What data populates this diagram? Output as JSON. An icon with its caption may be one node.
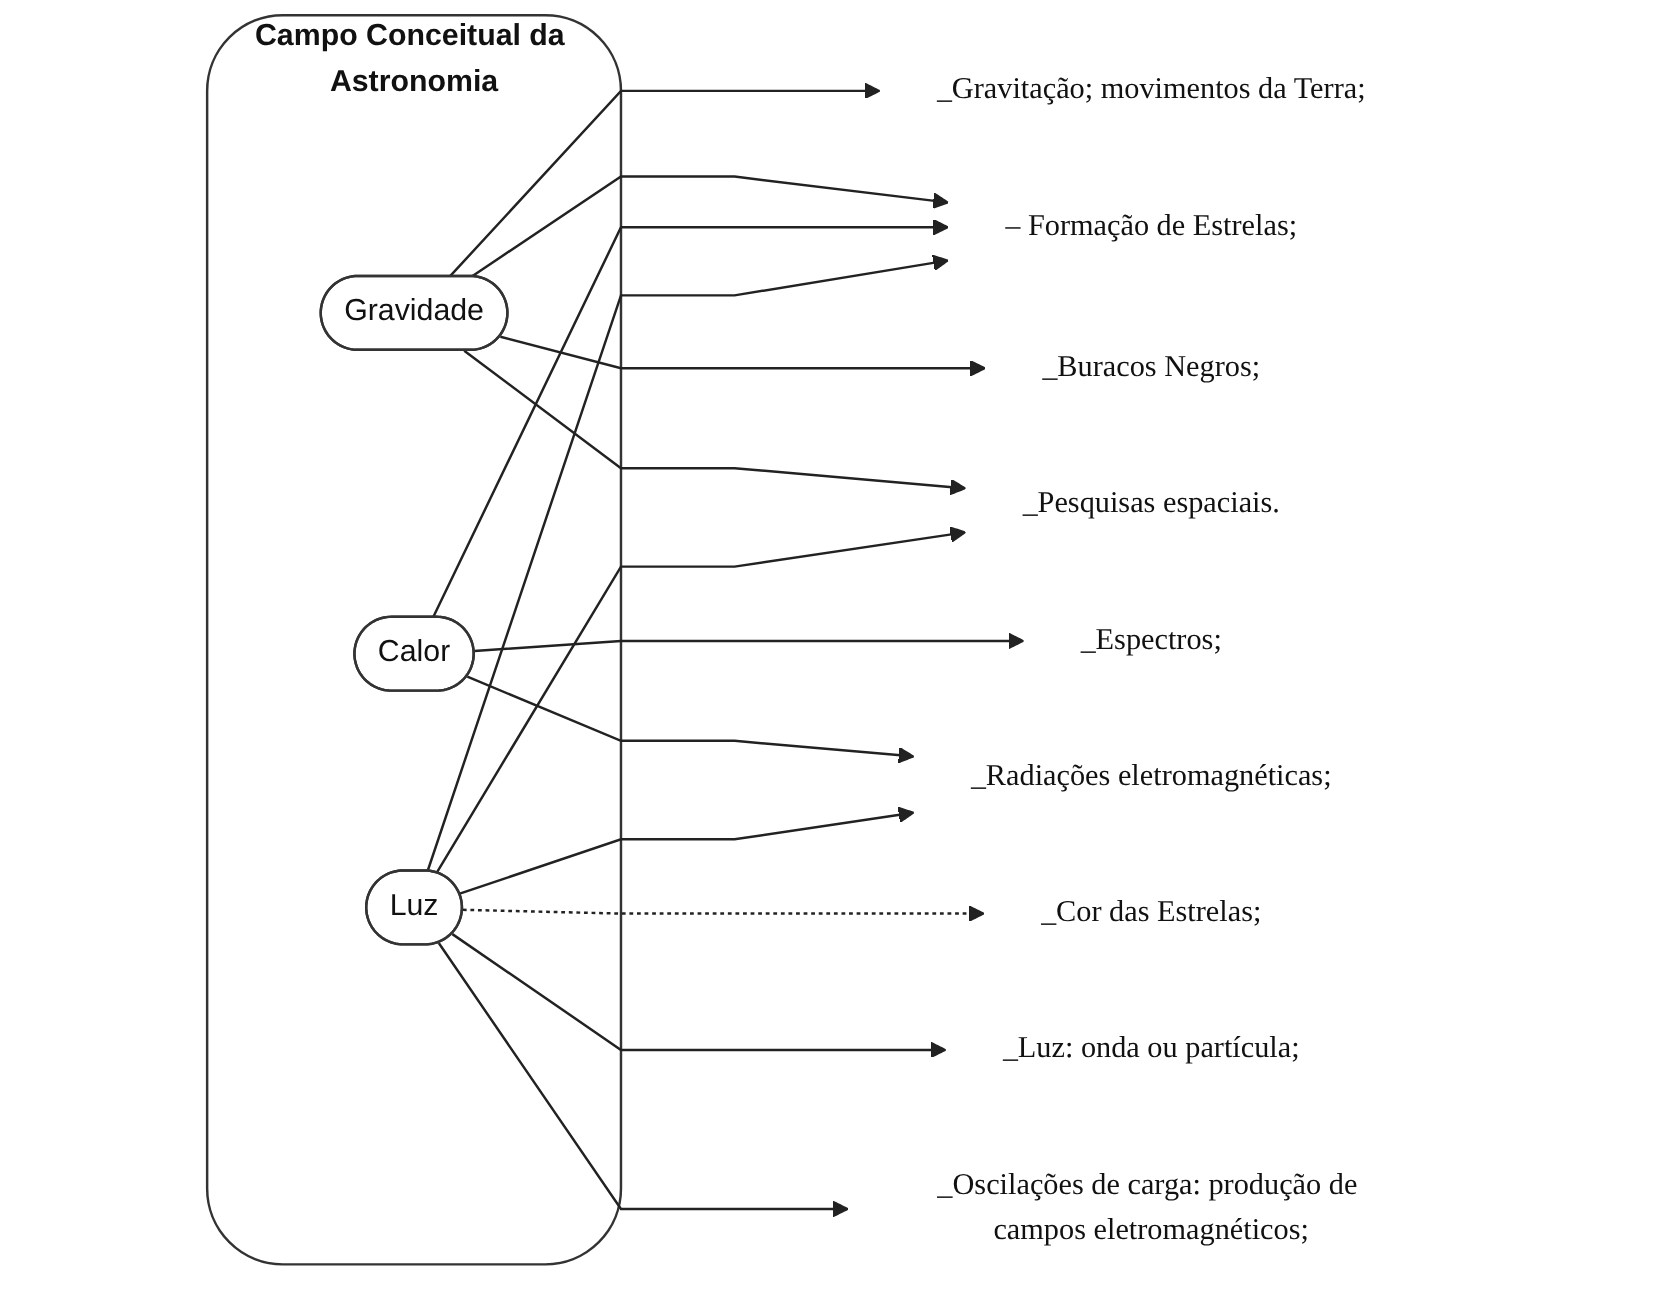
{
  "diagram": {
    "nodes": [
      {
        "text": [
          "Campo Conceitual da Astronomia"
        ]
      },
      {
        "text": [
          "Gravidade"
        ],
        "in": 0
      },
      {
        "text": [
          "Calor"
        ],
        "in": 0
      },
      {
        "text": [
          "Luz"
        ],
        "in": 0
      },
      {
        "text": [
          "_Gravitação; movimentos da Terra;"
        ]
      },
      {
        "text": [
          "– Formação de Estrelas;"
        ]
      },
      {
        "text": [
          "_Buracos Negros;"
        ]
      },
      {
        "text": [
          "_Cor das Estrelas;"
        ]
      },
      {
        "text": [
          "_Luz: onda ou partícula;"
        ]
      },
      {
        "text": [
          "_Espectros;"
        ]
      },
      {
        "text": [
          "_Oscilações de carga: produção de campos eletromagnéticos;"
        ]
      },
      {
        "text": [
          "_Radiações eletromagnéticas;"
        ]
      },
      {
        "text": [
          "_Pesquisas espaciais."
        ]
      }
    ],
    "edges": [
      {
        "from": 1,
        "to": 4,
        "arrow": "to"
      },
      {
        "from": 1,
        "to": 5,
        "arrow": "to"
      },
      {
        "from": 1,
        "to": 6,
        "arrow": "to"
      },
      {
        "from": 1,
        "to": 12,
        "arrow": "to"
      },
      {
        "from": 2,
        "to": 5,
        "arrow": "to"
      },
      {
        "from": 2,
        "to": 9,
        "arrow": "to"
      },
      {
        "from": 2,
        "to": 11,
        "arrow": "to"
      },
      {
        "from": 3,
        "to": 7,
        "arrow": "to",
        "style": "dashed"
      },
      {
        "from": 3,
        "to": 8,
        "arrow": "to"
      },
      {
        "from": 3,
        "to": 5,
        "arrow": "to"
      },
      {
        "from": 3,
        "to": 10,
        "arrow": "to"
      },
      {
        "from": 3,
        "to": 11,
        "arrow": "to"
      },
      {
        "from": 3,
        "to": 12,
        "arrow": "to"
      }
    ]
  }
}
